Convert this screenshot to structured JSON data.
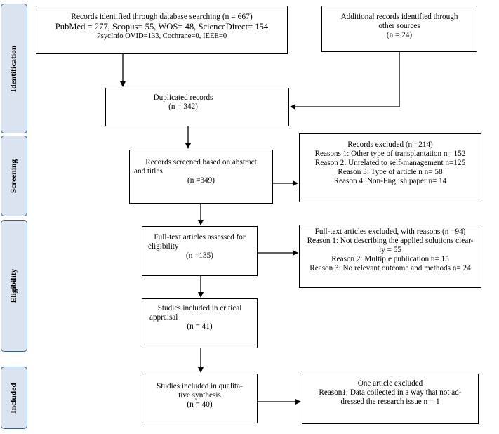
{
  "phases": [
    "Identification",
    "Screening",
    "Eligibility",
    "Included"
  ],
  "boxes": {
    "db_search": {
      "lines": [
        "Records identified through database searching (n = 667)",
        "PubMed = 277, Scopus= 55, WOS= 48, ScienceDirect= 154",
        "PsycInfo OVID=133, Cochrane=0, IEEE=0"
      ]
    },
    "additional": {
      "lines": [
        "Additional records identified through",
        "other sources",
        "(n = 24)"
      ]
    },
    "duplicated": {
      "lines": [
        "Duplicated records",
        "(n = 342)"
      ]
    },
    "screened": {
      "lines": [
        "Records screened based on abstract",
        "and titles",
        "(n =349)"
      ]
    },
    "excluded": {
      "lines": [
        "Records excluded (n =214)",
        "Reasons 1: Other type of transplantation n= 152",
        "Reason 2: Unrelated to self-management n=125",
        "Reason 3: Type of article n n= 58",
        "Reason 4: Non-English paper n= 14"
      ]
    },
    "fulltext": {
      "lines": [
        "Full-text articles assessed for",
        "eligibility",
        "(n =135)"
      ]
    },
    "fulltext_excluded": {
      "lines": [
        "Full-text articles excluded, with reasons (n =94)",
        "Reason 1: Not describing the applied solutions clear-",
        "ly = 55",
        "Reason 2: Multiple publication n= 15",
        "Reason 3: No relevant outcome and methods n= 24"
      ]
    },
    "critical": {
      "lines": [
        "Studies included in critical",
        "appraisal",
        "(n = 41)"
      ]
    },
    "qualitative": {
      "lines": [
        "Studies included in qualita-",
        "tive synthesis",
        "(n = 40)"
      ]
    },
    "one_excluded": {
      "lines": [
        "One article excluded",
        "Reason1:  Data collected in a way that not ad-",
        "dressed the research issue n = 1"
      ]
    }
  }
}
